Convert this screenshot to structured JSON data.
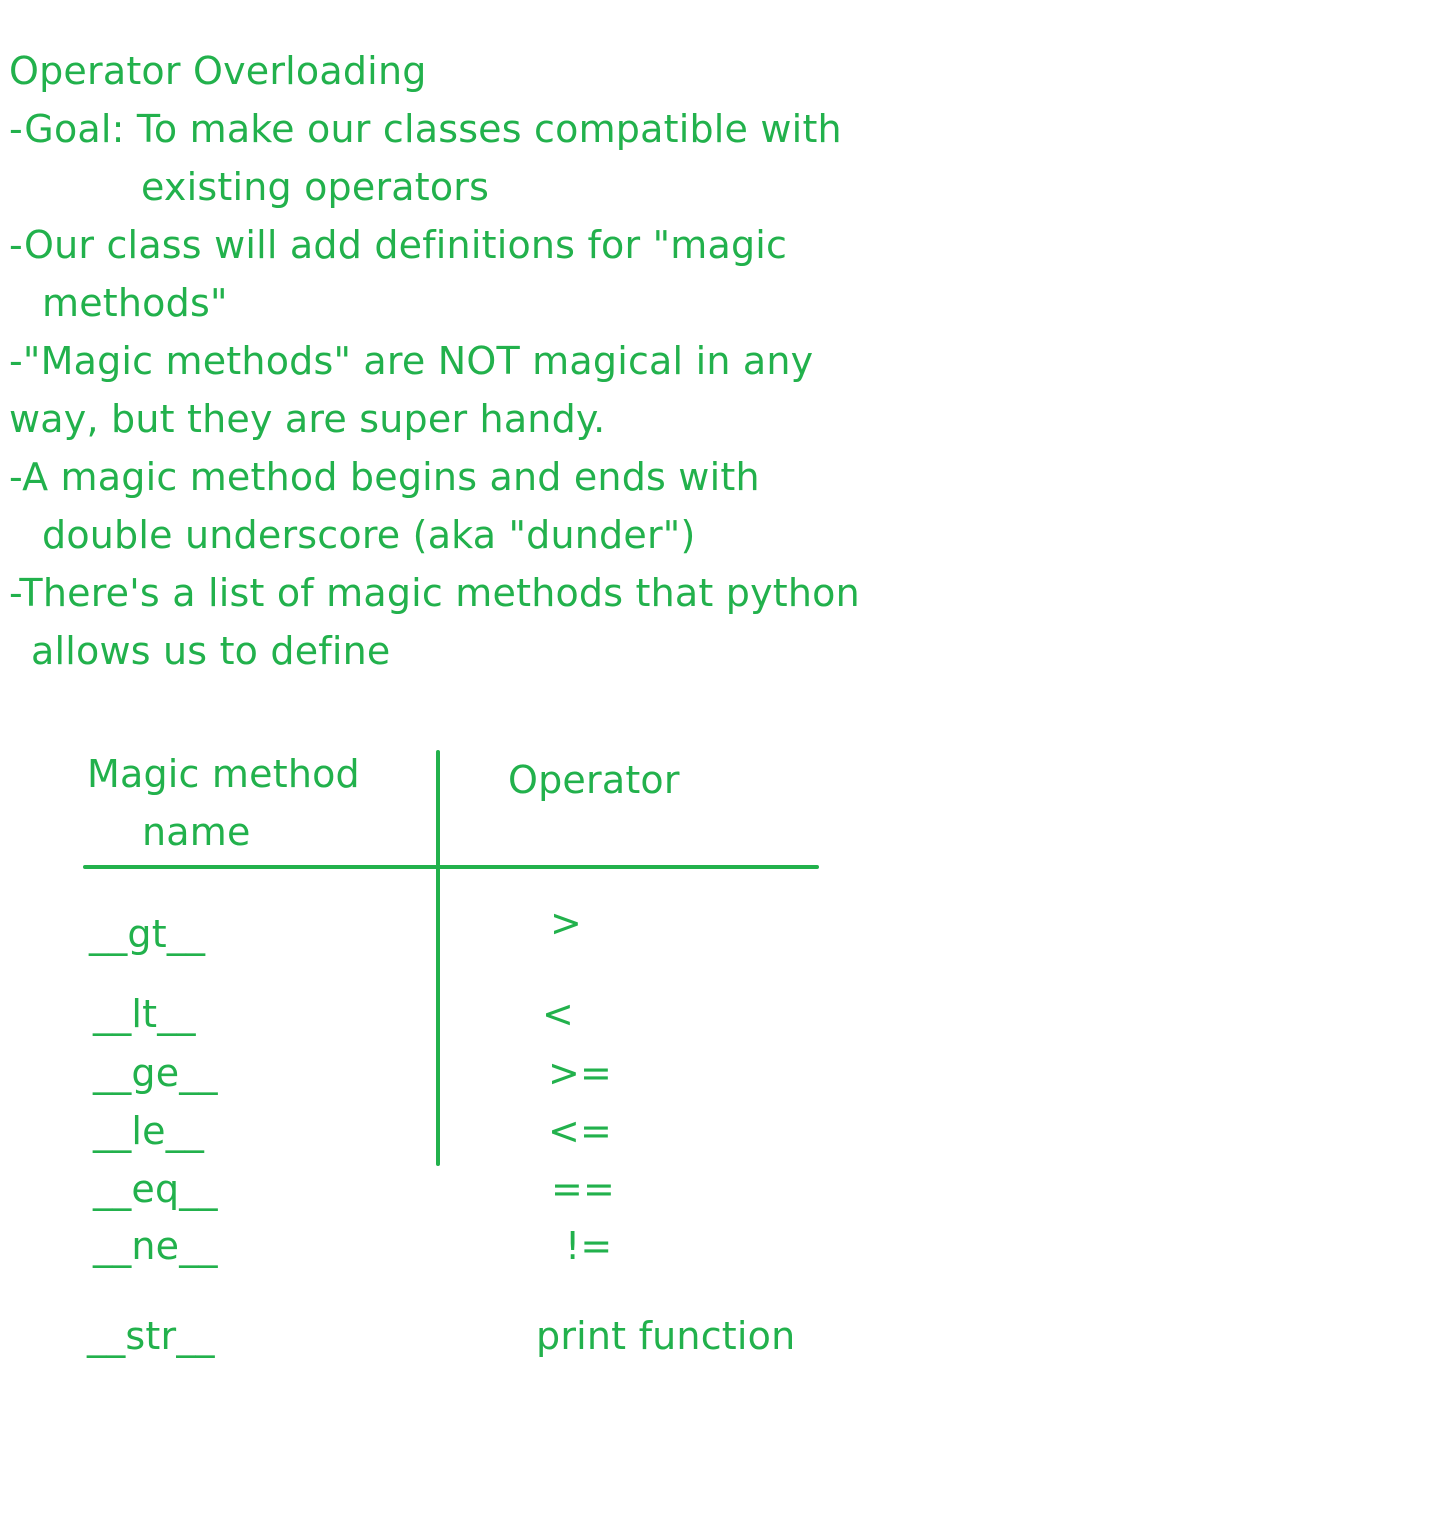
{
  "accent_color": "#22b14c",
  "note": {
    "title": "Operator Overloading",
    "lines": [
      "-Goal: To make our classes compatible with",
      "existing operators",
      "-Our class will add definitions for \"magic",
      "methods\"",
      "-\"Magic methods\" are NOT magical in any",
      "way, but they are super handy.",
      "-A magic method begins and ends with",
      "double underscore (aka \"dunder\")",
      "-There's a list of magic methods that python",
      "allows us to define"
    ]
  },
  "table": {
    "header_method_line1": "Magic method",
    "header_method_line2": "name",
    "header_operator": "Operator",
    "rows": [
      {
        "method": "__gt__",
        "operator": ">"
      },
      {
        "method": "__lt__",
        "operator": "<"
      },
      {
        "method": "__ge__",
        "operator": ">="
      },
      {
        "method": "__le__",
        "operator": "<="
      },
      {
        "method": "__eq__",
        "operator": "=="
      },
      {
        "method": "__ne__",
        "operator": "!="
      },
      {
        "method": "__str__",
        "operator": "print function"
      }
    ]
  }
}
